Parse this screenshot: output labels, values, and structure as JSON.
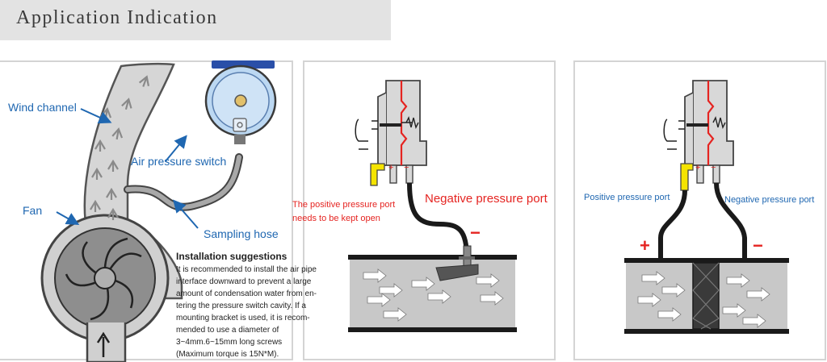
{
  "header": {
    "title": "Application Indication"
  },
  "panel1": {
    "wind_channel": "Wind channel",
    "fan": "Fan",
    "air_pressure_switch": "Air pressure switch",
    "sampling_hose": "Sampling hose",
    "install_title": "Installation suggestions",
    "install_lines": [
      "It is recommended to install the air pipe",
      "interface downward to prevent a large",
      "amount of condensation water from en-",
      "tering the pressure switch cavity. If a",
      "mounting bracket is used, it is recom-",
      "mended to use a diameter of",
      "3~4mm.6~15mm long screws",
      "(Maximum torque is 15N*M)."
    ]
  },
  "panel2": {
    "positive_note_1": "The positive pressure port",
    "positive_note_2": "needs to be kept open",
    "negative_port": "Negative pressure port",
    "plus_sign": "+",
    "minus_sign": "−",
    "big_minus": "−"
  },
  "panel3": {
    "positive_port": "Positive pressure port",
    "negative_port": "Negative pressure port",
    "plus_sign": "+",
    "minus_sign": "−",
    "big_plus": "+",
    "big_minus": "−"
  },
  "colors": {
    "label_blue": "#1f67b1",
    "label_red": "#e52421",
    "port_yellow": "#f5e400",
    "switch_blue": "#bcd8f2",
    "duct_gray": "#c8c8c8"
  }
}
